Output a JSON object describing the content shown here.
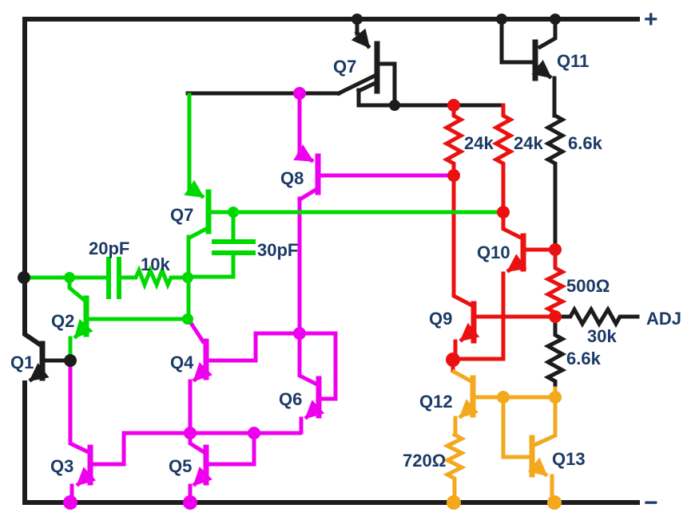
{
  "schematic": {
    "kind": "circuit-diagram",
    "description": "Transistor-level voltage regulator schematic with color-coded stages",
    "terminals": {
      "positive": "+",
      "negative": "−",
      "adjust": "ADJ"
    },
    "transistors": {
      "q1": "Q1",
      "q2": "Q2",
      "q3": "Q3",
      "q4": "Q4",
      "q5": "Q5",
      "q6": "Q6",
      "q7_black": "Q7",
      "q7_green": "Q7",
      "q8": "Q8",
      "q9": "Q9",
      "q10": "Q10",
      "q11": "Q11",
      "q12": "Q12",
      "q13": "Q13"
    },
    "resistors": {
      "r24k_left": "24k",
      "r24k_right": "24k",
      "r6k6_top": "6.6k",
      "r500": "500Ω",
      "r30k": "30k",
      "r6k6_mid": "6.6k",
      "r720": "720Ω",
      "r10k": "10k"
    },
    "capacitors": {
      "c20pf": "20pF",
      "c30pf": "30pF"
    },
    "colors": {
      "black_wire": "#1c1c1c",
      "green_wire": "#00d900",
      "magenta_wire": "#ee00ee",
      "red_wire": "#ec1111",
      "orange_wire": "#f3a81e",
      "label_text": "#1b3a66",
      "background": "#ffffff"
    }
  }
}
